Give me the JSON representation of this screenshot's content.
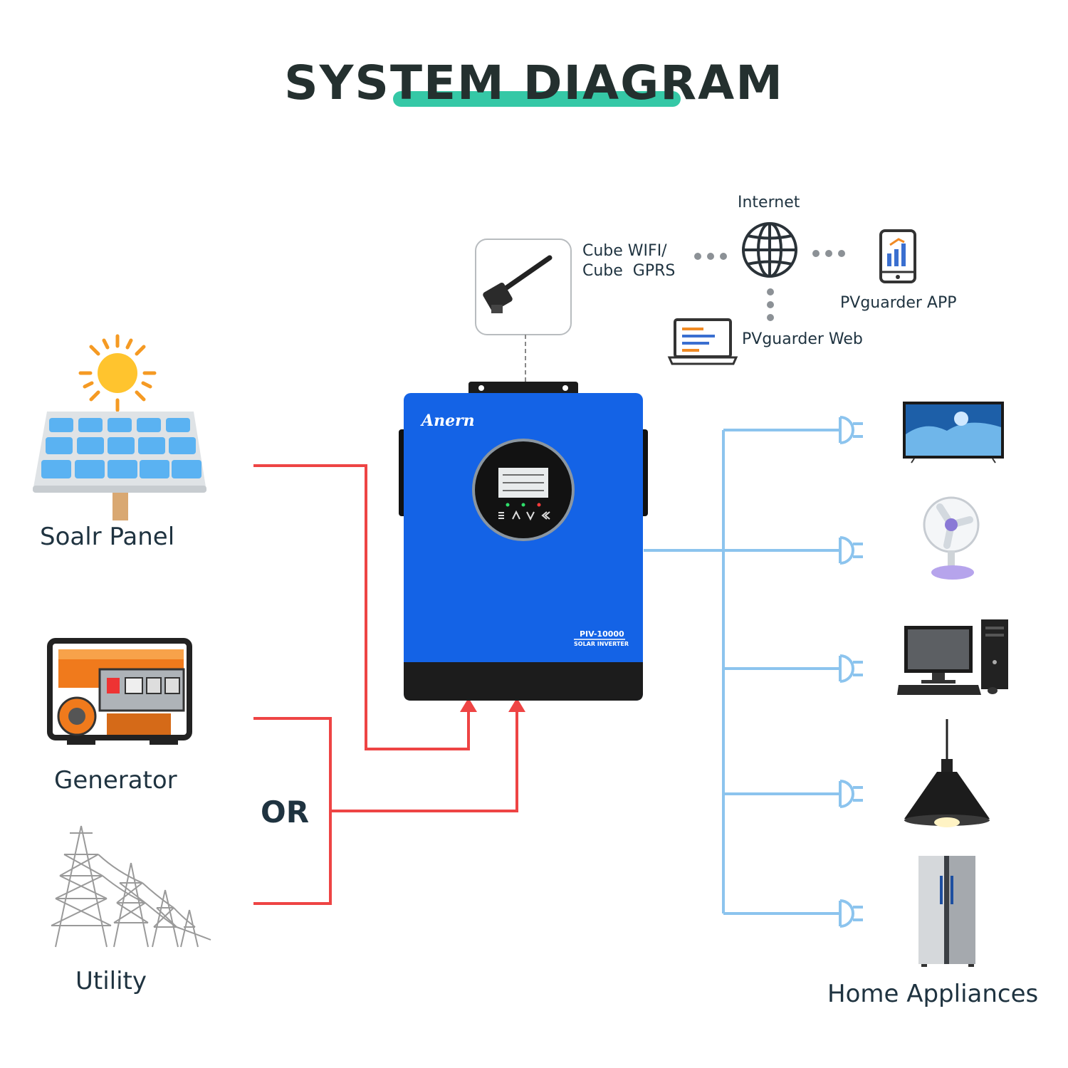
{
  "title": "SYSTEM DIAGRAM",
  "sources": {
    "solar": "Soalr Panel",
    "generator": "Generator",
    "utility": "Utility",
    "or": "OR"
  },
  "monitoring": {
    "module_line1": "Cube WIFI/",
    "module_line2": "Cube  GPRS",
    "internet": "Internet",
    "app": "PVguarder APP",
    "web": "PVguarder Web"
  },
  "inverter": {
    "brand": "Anern",
    "model": "PIV-10000",
    "subtitle": "SOLAR INVERTER"
  },
  "loads": {
    "label": "Home Appliances",
    "items": [
      "tv-icon",
      "fan-icon",
      "computer-icon",
      "pendant-lamp-icon",
      "refrigerator-icon"
    ]
  },
  "colors": {
    "title_underline": "#35c8a6",
    "input_lines": "#ee4444",
    "output_lines": "#8cc4ee",
    "inverter_body": "#1463e6",
    "inverter_base": "#1c1c1c"
  }
}
